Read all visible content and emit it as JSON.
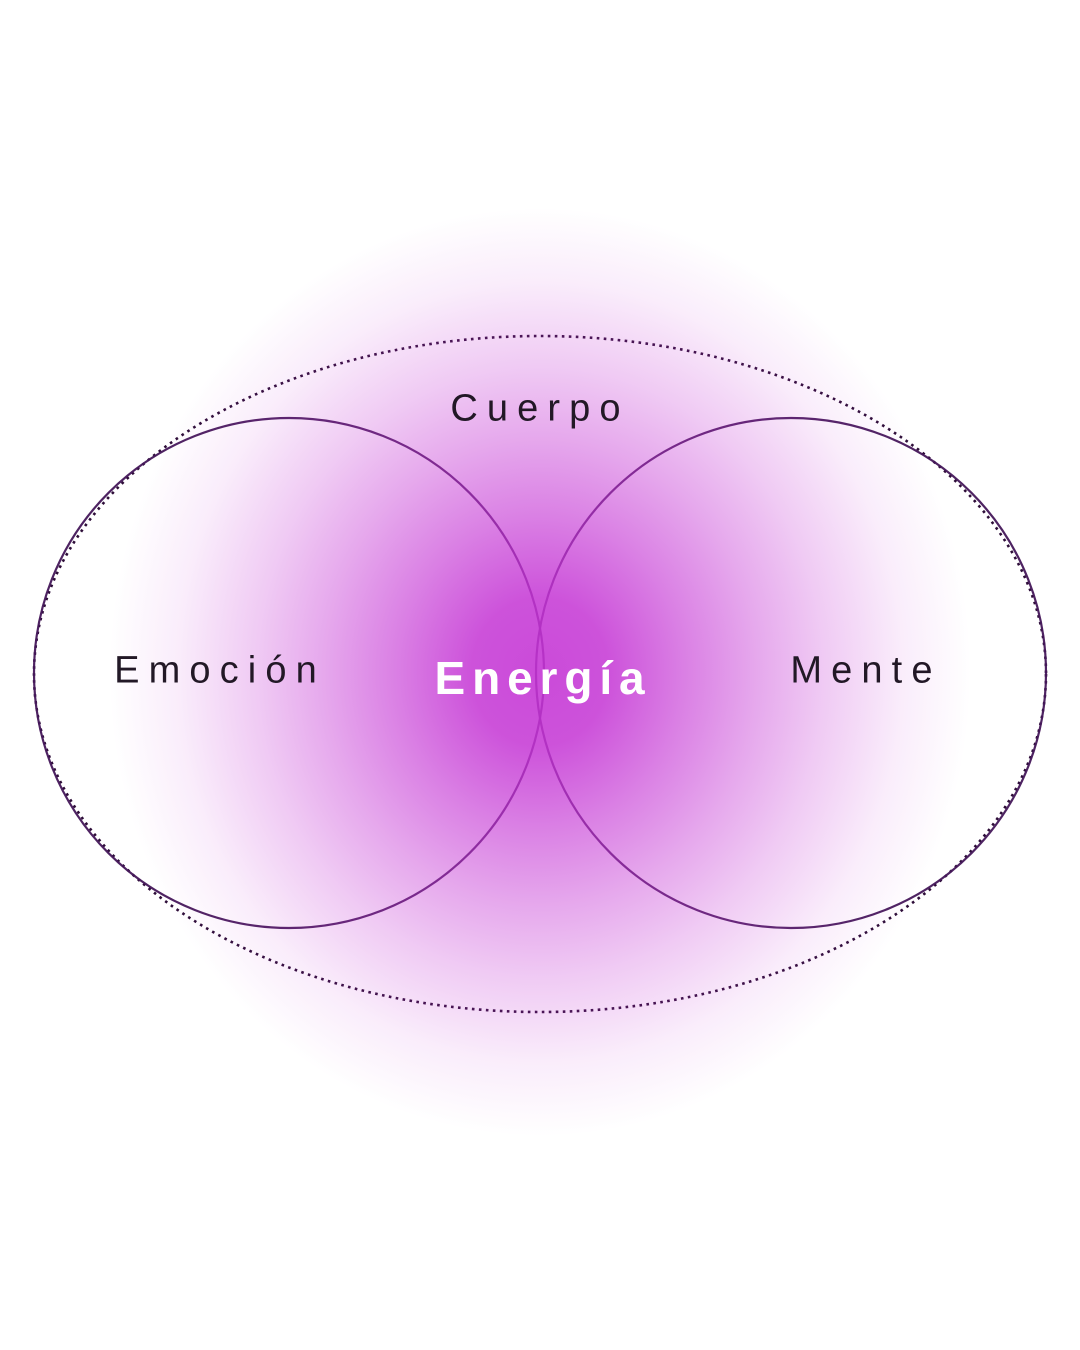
{
  "diagram": {
    "type": "venn-euler",
    "labels": {
      "outer_ellipse": "Cuerpo",
      "left_circle": "Emoción",
      "right_circle": "Mente",
      "center_overlap": "Energía"
    },
    "colors": {
      "background": "#ffffff",
      "glow_core": "#c94ed8",
      "glow_rgb": "196,52,212",
      "circle_stroke": "#45175a",
      "ellipse_stroke": "#2d0d38",
      "label_color": "#221826",
      "center_label_color": "#ffffff"
    }
  }
}
